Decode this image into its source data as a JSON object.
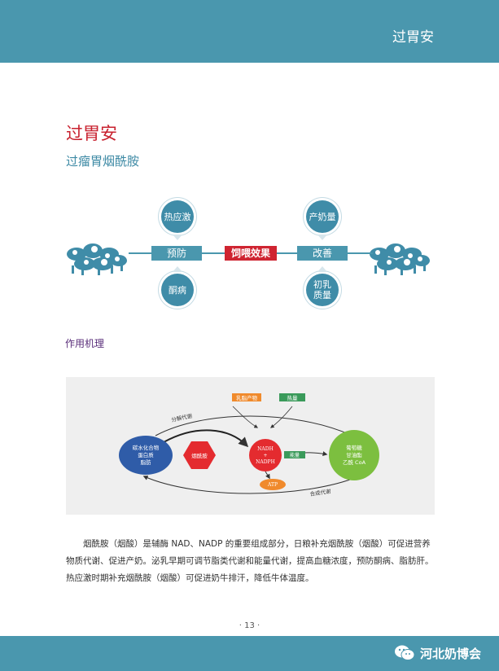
{
  "header": {
    "title": "过胃安"
  },
  "page": {
    "title": "过胃安",
    "subtitle": "过瘤胃烟酰胺"
  },
  "effects": {
    "left_label": "预防",
    "center_label": "饲喂效果",
    "right_label": "改善",
    "left_top": "热应激",
    "left_bottom": "酮病",
    "right_top": "产奶量",
    "right_bottom_line1": "初乳",
    "right_bottom_line2": "质量"
  },
  "mechanism": {
    "heading": "作用机理",
    "nodes": {
      "left_line1": "碳水化合物",
      "left_line2": "蛋白质",
      "left_line3": "脂肪",
      "niacinamide": "烟酰胺",
      "nadh": "NADH",
      "plus": "+",
      "nadph": "NADPH",
      "atp": "ATP",
      "right_line1": "葡萄糖",
      "right_line2": "甘油酯",
      "right_line3": "乙酰 CoA",
      "tag_milk": "乳脂产物",
      "tag_heat": "热量",
      "tag_energy": "能量",
      "catabolism": "分解代谢",
      "anabolism": "合成代谢"
    },
    "colors": {
      "left": "#2f5ca8",
      "niacin": "#e42b2f",
      "nadh": "#e42b2f",
      "atp": "#f08a2c",
      "right": "#7cbf3f",
      "tag_orange": "#f08a2c",
      "tag_green": "#3a9a5a"
    }
  },
  "body_text": "烟酰胺（烟酸）是辅酶 NAD、NADP 的重要组成部分，日粮补充烟酰胺（烟酸）可促进营养物质代谢、促进产奶。泌乳早期可调节脂类代谢和能量代谢，提高血糖浓度，预防酮病、脂肪肝。热应激时期补充烟酰胺（烟酸）可促进奶牛排汗，降低牛体温度。",
  "footer": {
    "page_number": "· 13 ·",
    "brand": "河北奶博会"
  }
}
